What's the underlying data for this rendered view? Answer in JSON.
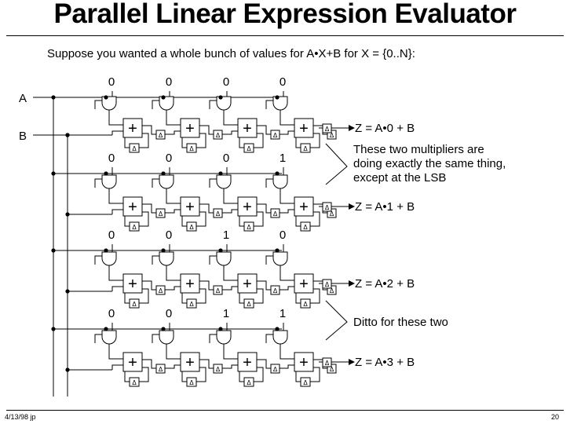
{
  "slide": {
    "title": "Parallel Linear Expression Evaluator",
    "subtitle": "Suppose you wanted a whole bunch of values for A•X+B for X = {0..N}:",
    "footer_date": "4/13/98 jp",
    "page_number": "20"
  },
  "inputs": {
    "a_label": "A",
    "b_label": "B"
  },
  "operator_symbols": {
    "adder": "+",
    "delay": "Δ"
  },
  "rows": [
    {
      "bits": [
        "0",
        "0",
        "0",
        "0"
      ],
      "output": "Z = A•0 + B"
    },
    {
      "bits": [
        "0",
        "0",
        "0",
        "1"
      ],
      "output": "Z = A•1 + B"
    },
    {
      "bits": [
        "0",
        "0",
        "1",
        "0"
      ],
      "output": "Z = A•2 + B"
    },
    {
      "bits": [
        "0",
        "0",
        "1",
        "1"
      ],
      "output": "Z = A•3 + B"
    }
  ],
  "annotations": [
    {
      "lines": [
        "These two multipliers are",
        "doing exactly the same thing,",
        "except at the LSB"
      ]
    },
    {
      "lines": [
        "Ditto for these two"
      ]
    }
  ]
}
